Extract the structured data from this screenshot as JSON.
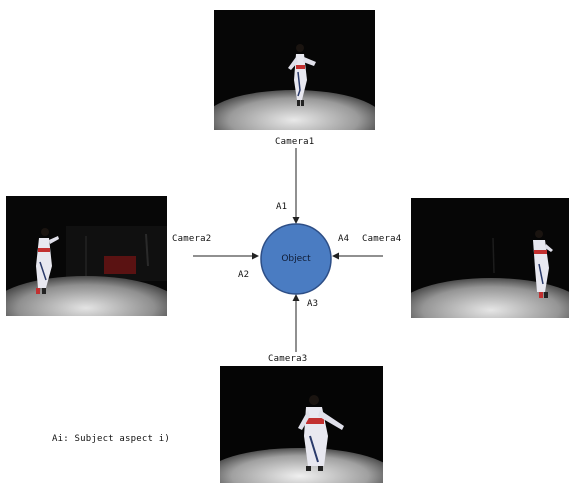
{
  "diagram": {
    "object_label": "Object",
    "angles": [
      "A1",
      "A2",
      "A3",
      "A4"
    ],
    "legend": "Ai: Subject aspect i)",
    "colors": {
      "object_fill": "#4a7cc2",
      "object_stroke": "#2d4e86",
      "arrow": "#222222",
      "photo_bg": "#050505"
    }
  },
  "cameras": {
    "top": {
      "label": "Camera1",
      "image": "dancer-front-view-photo"
    },
    "left": {
      "label": "Camera2",
      "image": "dancer-left-view-photo"
    },
    "bottom": {
      "label": "Camera3",
      "image": "dancer-back-view-photo"
    },
    "right": {
      "label": "Camera4",
      "image": "dancer-right-view-photo"
    }
  }
}
